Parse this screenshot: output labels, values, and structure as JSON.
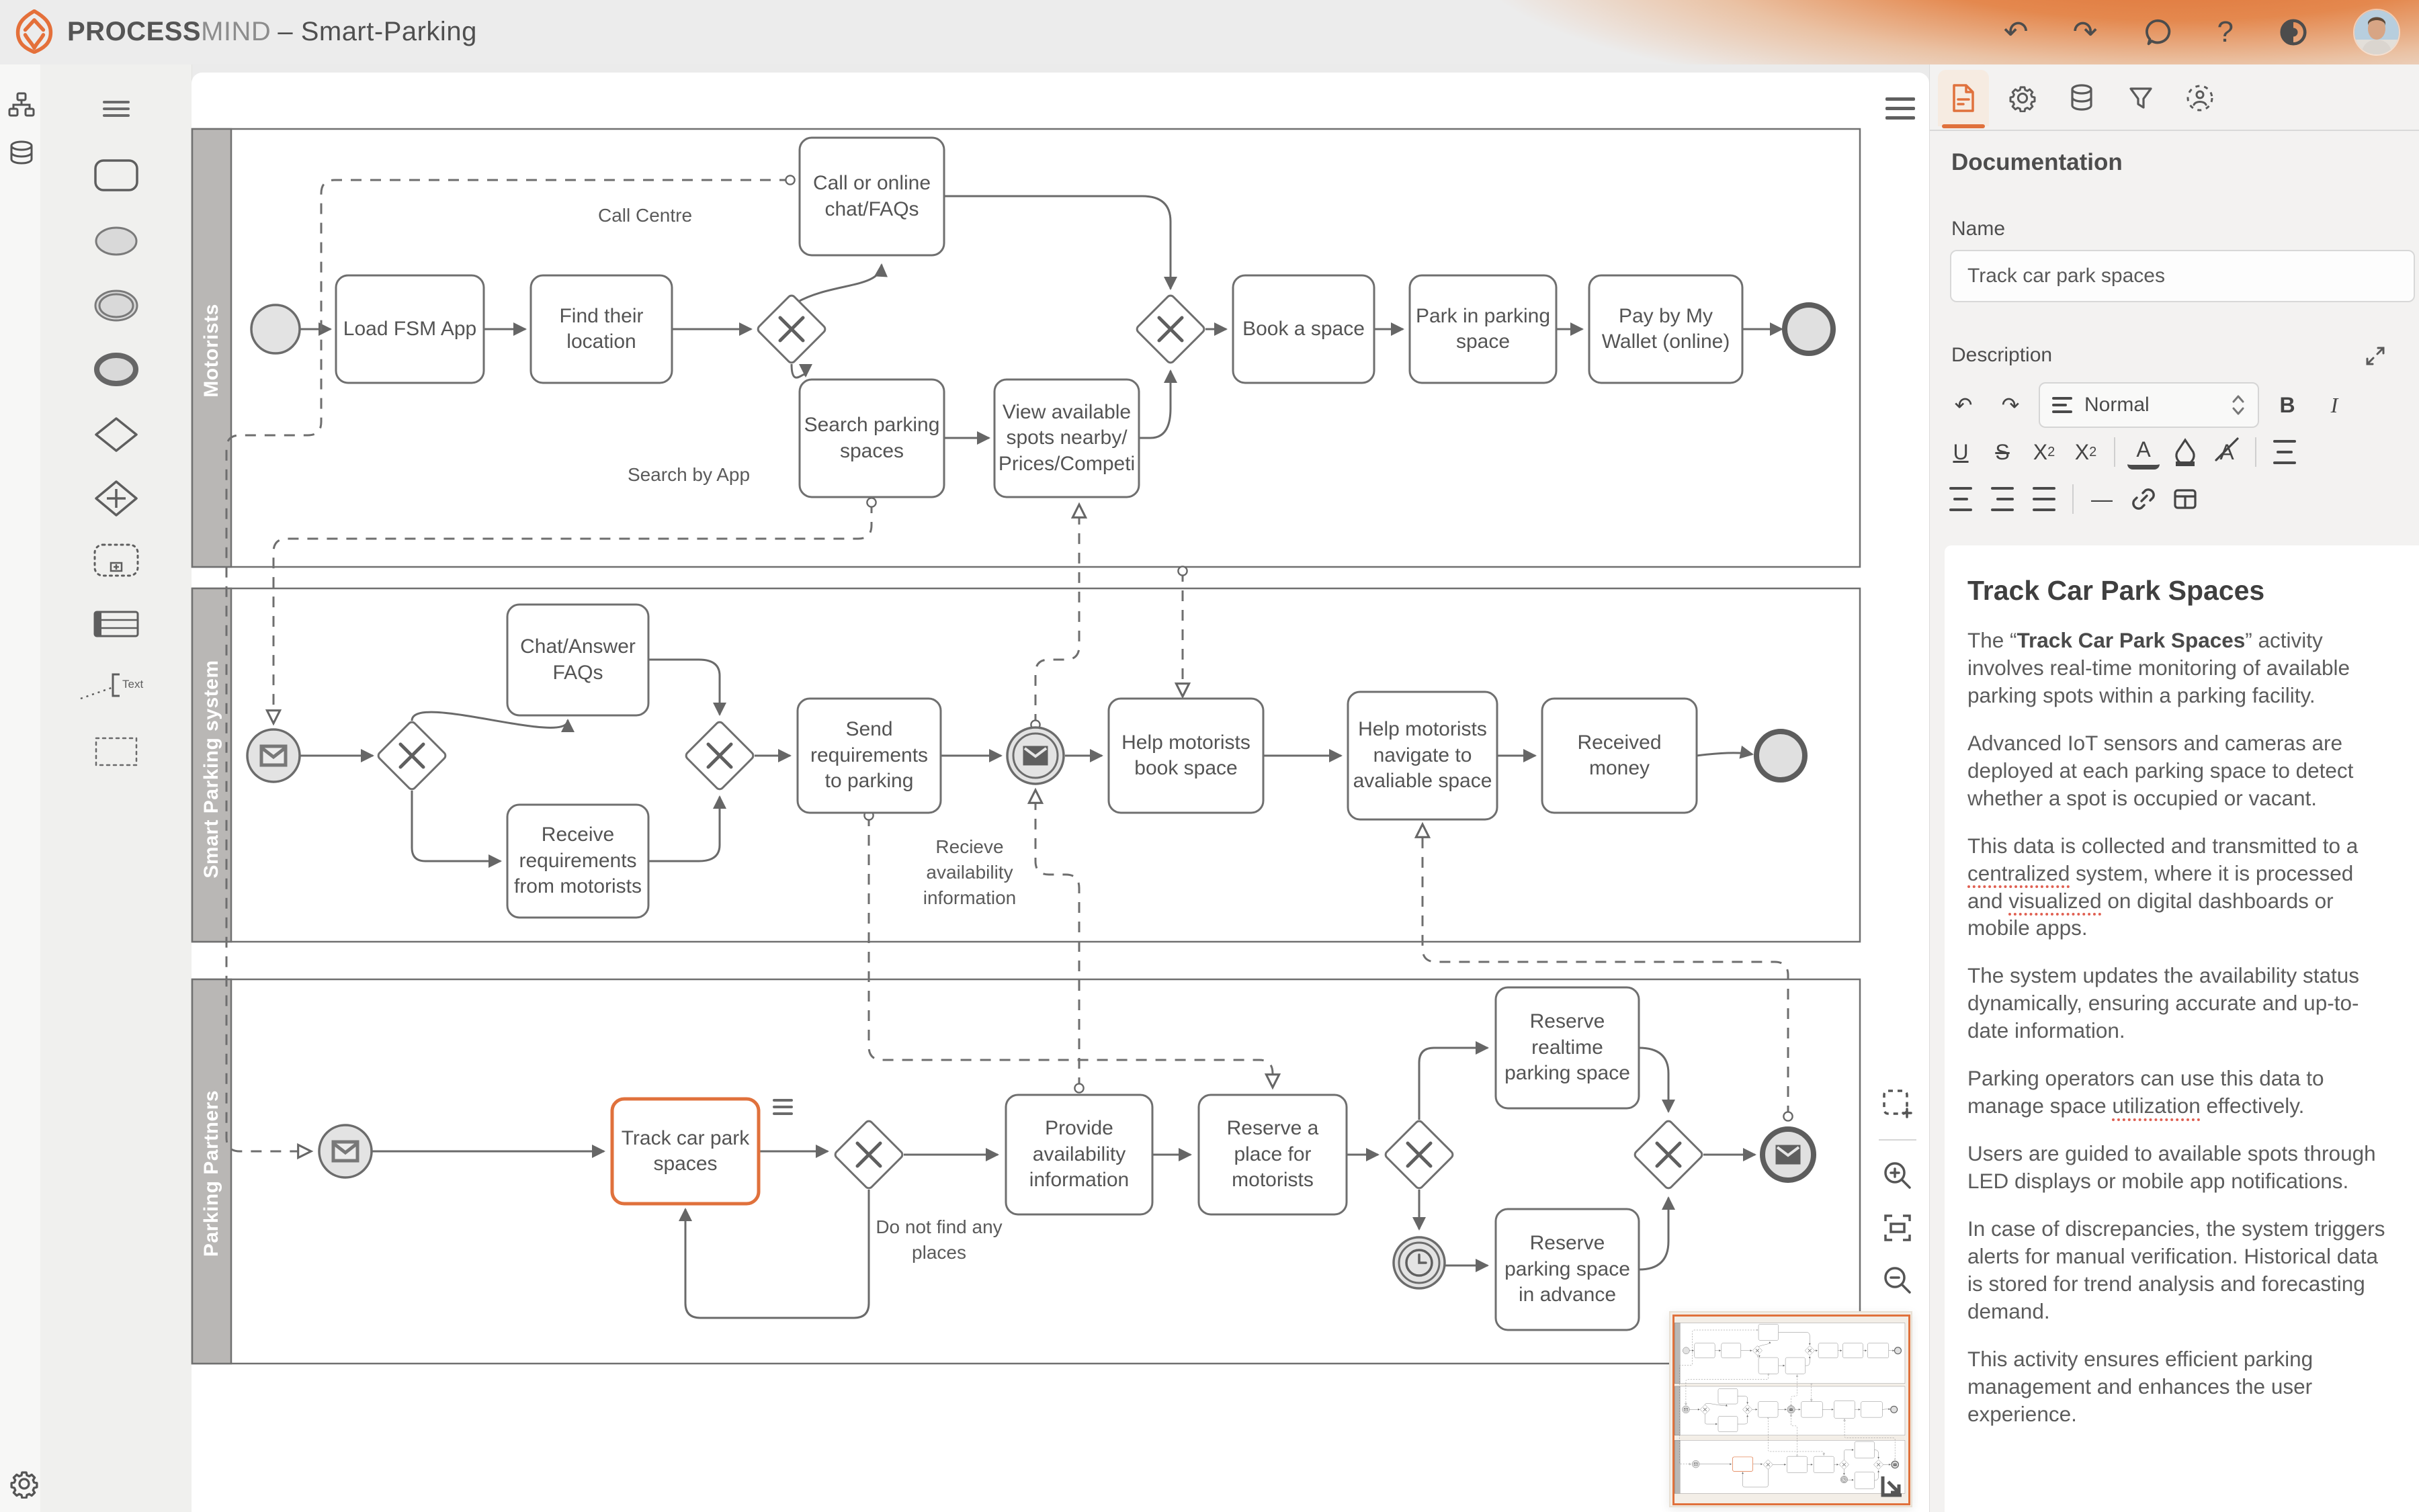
{
  "header": {
    "brand_bold": "PROCESS",
    "brand_light": "MIND",
    "title_rest": "–  Smart-Parking",
    "help_label": "?"
  },
  "colors": {
    "accent_orange": "#e0713c",
    "lane_gray": "#b9b7b5",
    "stroke_gray": "#6a6a6a",
    "panel_bg": "#f3f2f1"
  },
  "diagram": {
    "lanes": {
      "lane1": "Motorists",
      "lane2": "Smart Parking system",
      "lane3": "Parking Partners"
    },
    "tasks": {
      "load_fsm_app": "Load FSM App",
      "find_their_location": "Find their location",
      "call_or_online": "Call or online chat/FAQs",
      "search_parking_spaces": "Search parking spaces",
      "view_available": "View available spots nearby/ Prices/Competi",
      "book_a_space": "Book a space",
      "park_in_space": "Park in parking space",
      "pay_by_wallet": "Pay by My Wallet (online)",
      "chat_answer_faqs": "Chat/Answer FAQs",
      "receive_requirements": "Receive requirements from motorists",
      "send_requirements": "Send requirements to parking",
      "help_book_space": "Help motorists book space",
      "help_navigate": "Help motorists navigate to avaliable space",
      "received_money": "Received money",
      "track_car_park_spaces": "Track car park spaces",
      "provide_availability": "Provide availability information",
      "reserve_place": "Reserve a place for motorists",
      "reserve_realtime": "Reserve realtime parking space",
      "reserve_advance": "Reserve parking space in advance"
    },
    "flow_labels": {
      "call_centre": "Call Centre",
      "search_by_app": "Search by App",
      "receive_availability": "Recieve availability information",
      "do_not_find": "Do not find any places"
    }
  },
  "palette": {
    "text_icon_label": "Text"
  },
  "panel": {
    "title": "Documentation",
    "name_label": "Name",
    "name_value": "Track car park spaces",
    "description_label": "Description",
    "toolbar": {
      "style_label": "Normal",
      "bold": "B",
      "italic": "I",
      "underline": "U",
      "strike": "S",
      "sub_x": "X",
      "sub_s": "2",
      "sup_x": "X",
      "sup_s": "2",
      "color_a": "A",
      "clear_a": "A"
    },
    "doc": {
      "heading": "Track Car Park Spaces",
      "p1_pre": "The “",
      "p1_bold": "Track Car Park Spaces",
      "p1_post": "” activity involves real-time monitoring of available parking spots within a parking facility.",
      "p2": "Advanced IoT sensors and cameras are deployed at each parking space to detect whether a spot is occupied or vacant.",
      "p3_a": "This data is collected and transmitted to a ",
      "p3_w1": "centralized",
      "p3_b": " system, where it is processed and ",
      "p3_w2": "visualized",
      "p3_c": " on digital dashboards or mobile apps.",
      "p4": "The system updates the availability status dynamically, ensuring accurate and up-to-date information.",
      "p5_a": "Parking operators can use this data to manage space ",
      "p5_w": "utilization",
      "p5_b": " effectively.",
      "p6": "Users are guided to available spots through LED displays or mobile app notifications.",
      "p7": "In case of discrepancies, the system triggers alerts for manual verification. Historical data is stored for trend analysis and forecasting demand.",
      "p8": "This activity ensures efficient parking management and enhances the user experience."
    }
  }
}
